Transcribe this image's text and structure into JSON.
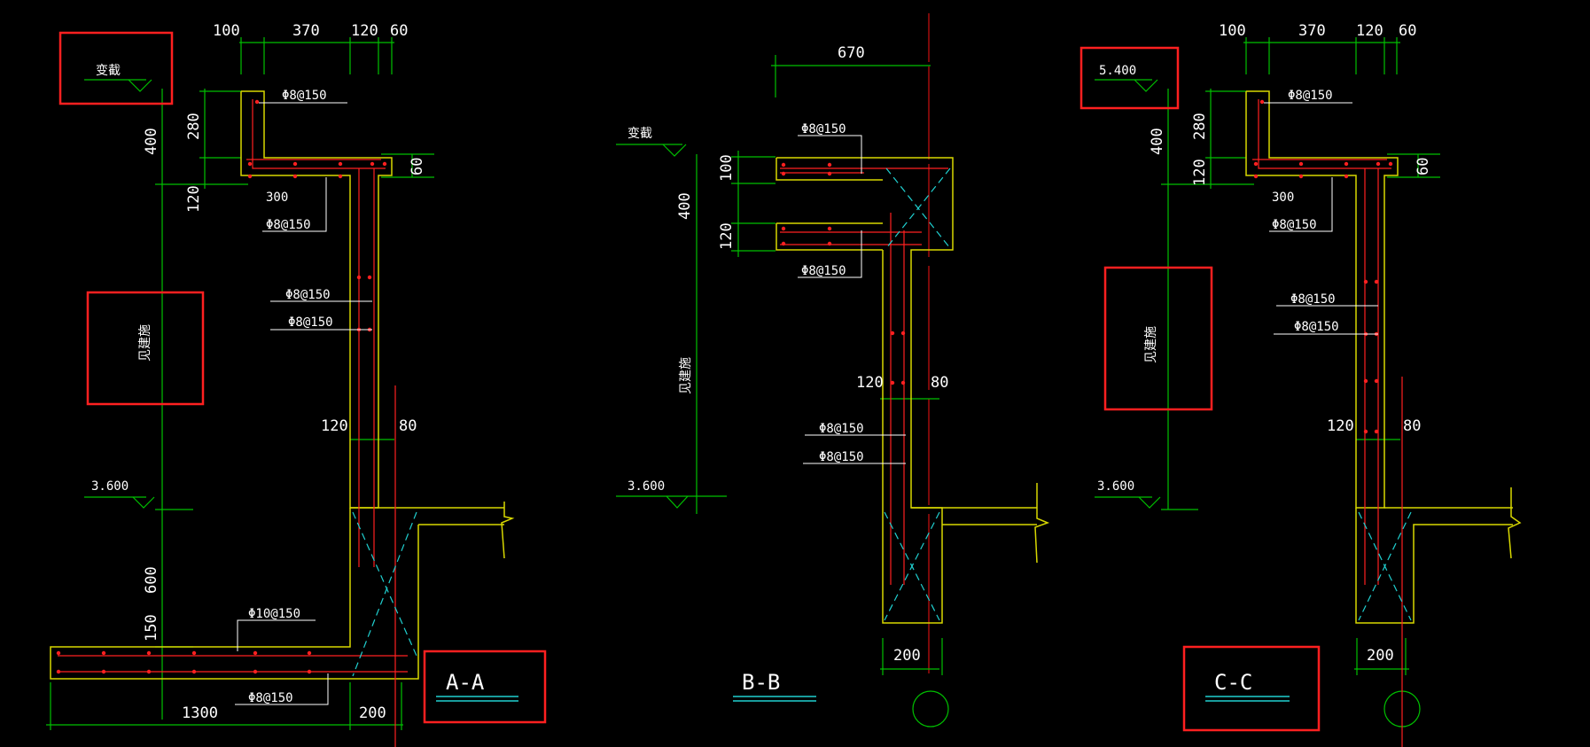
{
  "colors": {
    "background": "#000000",
    "dimension_line": "#00c000",
    "outline": "#d8d800",
    "rebar": "#ff2020",
    "highlight_box": "#ff2020",
    "axis": "#cc1010",
    "hatch": "#20d0d0",
    "text": "#ffffff"
  },
  "sections": {
    "aa": {
      "title": "A-A",
      "top_dims": [
        "100",
        "370",
        "120",
        "60"
      ],
      "level_top": "变截",
      "dim_400": "400",
      "dim_280": "280",
      "dim_120a": "120",
      "dim_60": "60",
      "dim_300": "300",
      "rebar_top": "Φ8@150",
      "rebar_slab": "Φ8@150",
      "rebar_wall1": "Φ8@150",
      "rebar_wall2": "Φ8@150",
      "wall_120": "120",
      "wall_80": "80",
      "wall_note": "见建施",
      "level_bottom": "3.600",
      "dim_600": "600",
      "dim_150": "150",
      "rebar_found_top": "Φ10@150",
      "rebar_found_bottom": "Φ8@150",
      "dim_1300": "1300",
      "dim_200": "200"
    },
    "bb": {
      "title": "B-B",
      "dim_670": "670",
      "level_top": "变截",
      "dim_100": "100",
      "dim_400": "400",
      "dim_120": "120",
      "rebar_1": "Φ8@150",
      "rebar_2": "Φ8@150",
      "wall_note": "见建施",
      "wall_120": "120",
      "wall_80": "80",
      "rebar_3": "Φ8@150",
      "rebar_4": "Φ8@150",
      "level_bottom": "3.600",
      "dim_200": "200"
    },
    "cc": {
      "title": "C-C",
      "top_dims": [
        "100",
        "370",
        "120",
        "60"
      ],
      "level_top": "5.400",
      "dim_400": "400",
      "dim_280": "280",
      "dim_120a": "120",
      "dim_60": "60",
      "dim_300": "300",
      "rebar_top": "Φ8@150",
      "rebar_slab": "Φ8@150",
      "rebar_wall1": "Φ8@150",
      "rebar_wall2": "Φ8@150",
      "wall_note": "见建施",
      "wall_120": "120",
      "wall_80": "80",
      "level_bottom": "3.600",
      "dim_200": "200"
    }
  }
}
